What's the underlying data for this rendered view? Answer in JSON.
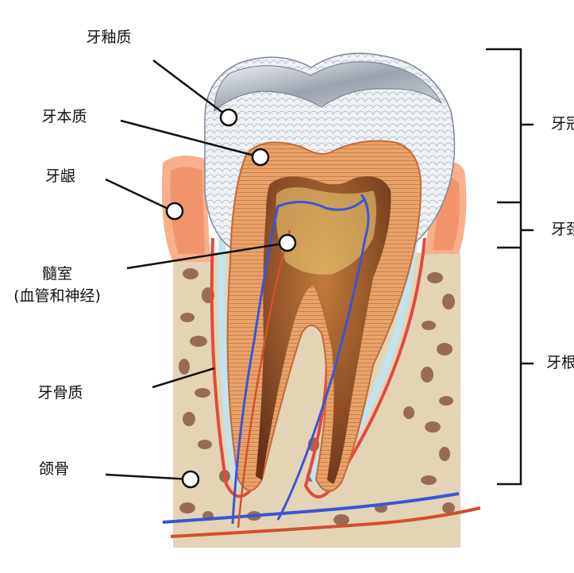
{
  "labels": {
    "enamel": "牙釉质",
    "dentin": "牙本质",
    "gum": "牙龈",
    "pulp": "髓室",
    "pulp_detail": "(血管和神经)",
    "cementum": "牙骨质",
    "jawbone": "颌骨"
  },
  "sections": {
    "crown": "牙冠",
    "neck": "牙颈",
    "root": "牙根"
  },
  "colors": {
    "enamel": "#e9edf2",
    "dentin": "#e8a36b",
    "pulp": "#8b4b2a",
    "gum": "#f7b089",
    "bone": "#e4d4b6",
    "vein": "#3a55d6",
    "artery": "#d2502a"
  }
}
